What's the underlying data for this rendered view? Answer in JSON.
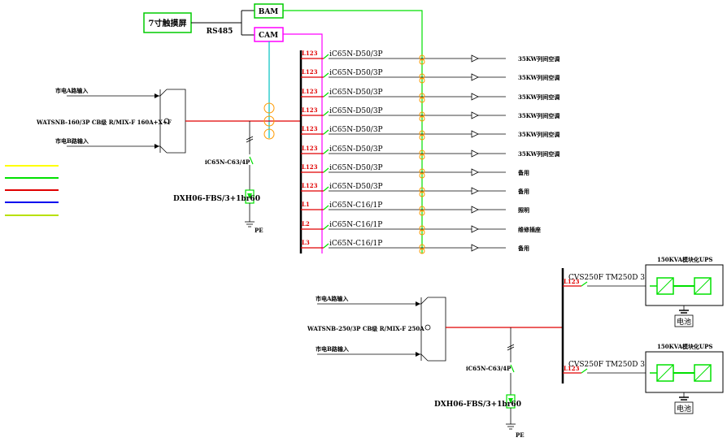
{
  "colors": {
    "yellow": "#ffff00",
    "green": "#00e000",
    "red": "#e00000",
    "blue": "#0000ee",
    "cyan": "#00c0c0",
    "magenta": "#ff00ff",
    "orange": "#ff9900",
    "black": "#000000"
  },
  "top": {
    "touchscreen": "7寸触摸屏",
    "rs485": "RS485",
    "bam": "BAM",
    "cam": "CAM"
  },
  "upper": {
    "input_top": "市电A路输入",
    "input_bottom": "市电B路输入",
    "ats_label": "WATSNB-160/3P CB级 R/MIX-F 160A+X+F",
    "spd_breaker": "iC65N-C63/4P",
    "spd": "DXH06-FBS/3+1br60",
    "pe": "PE",
    "branches": [
      {
        "phase": "L123",
        "breaker": "iC65N-D50/3P",
        "load": "35KW列间空调"
      },
      {
        "phase": "L123",
        "breaker": "iC65N-D50/3P",
        "load": "35KW列间空调"
      },
      {
        "phase": "L123",
        "breaker": "iC65N-D50/3P",
        "load": "35KW列间空调"
      },
      {
        "phase": "L123",
        "breaker": "iC65N-D50/3P",
        "load": "35KW列间空调"
      },
      {
        "phase": "L123",
        "breaker": "iC65N-D50/3P",
        "load": "35KW列间空调"
      },
      {
        "phase": "L123",
        "breaker": "iC65N-D50/3P",
        "load": "35KW列间空调"
      },
      {
        "phase": "L123",
        "breaker": "iC65N-D50/3P",
        "load": "备用"
      },
      {
        "phase": "L123",
        "breaker": "iC65N-D50/3P",
        "load": "备用"
      },
      {
        "phase": "L1",
        "breaker": "iC65N-C16/1P",
        "load": "照明"
      },
      {
        "phase": "L2",
        "breaker": "iC65N-C16/1P",
        "load": "维修插座"
      },
      {
        "phase": "L3",
        "breaker": "iC65N-C16/1P",
        "load": "备用"
      }
    ]
  },
  "lower": {
    "input_top": "市电A路输入",
    "input_bottom": "市电B路输入",
    "ats_label": "WATSNB-250/3P CB级 R/MIX-F 250A",
    "spd_breaker": "iC65N-C63/4P",
    "spd": "DXH06-FBS/3+1br60",
    "pe": "PE",
    "ups": [
      {
        "phase": "L123",
        "breaker": "CVS250F TM250D 3P",
        "title": "150KVA模块化UPS",
        "battery": "电池"
      },
      {
        "phase": "L123",
        "breaker": "CVS250F TM250D 3P",
        "title": "150KVA模块化UPS",
        "battery": "电池"
      }
    ]
  }
}
